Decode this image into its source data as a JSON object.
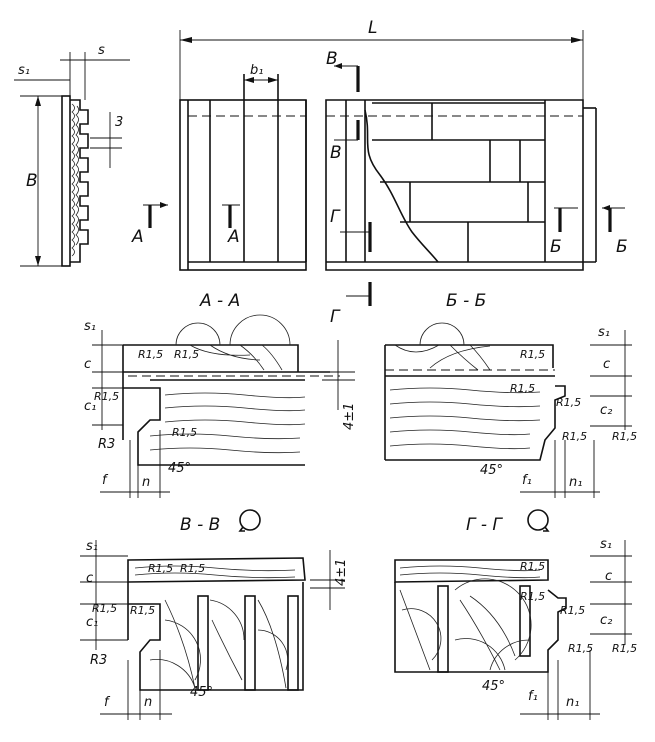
{
  "labels": {
    "L": "L",
    "B": "B",
    "s": "s",
    "s1": "s₁",
    "b1": "b₁",
    "z": "3",
    "A": "A",
    "Bcut": "В",
    "Be": "Б",
    "G": "Г",
    "c": "c",
    "c1": "c₁",
    "c2": "c₂",
    "f": "f",
    "f1": "f₁",
    "n": "n",
    "n1": "n₁",
    "r15": "R1,5",
    "r3": "R3",
    "deg45": "45°",
    "tol": "4±1"
  },
  "sections": {
    "aa": "A - A",
    "bb": "Б - Б",
    "vv": "В - В",
    "gg": "Г - Г"
  }
}
